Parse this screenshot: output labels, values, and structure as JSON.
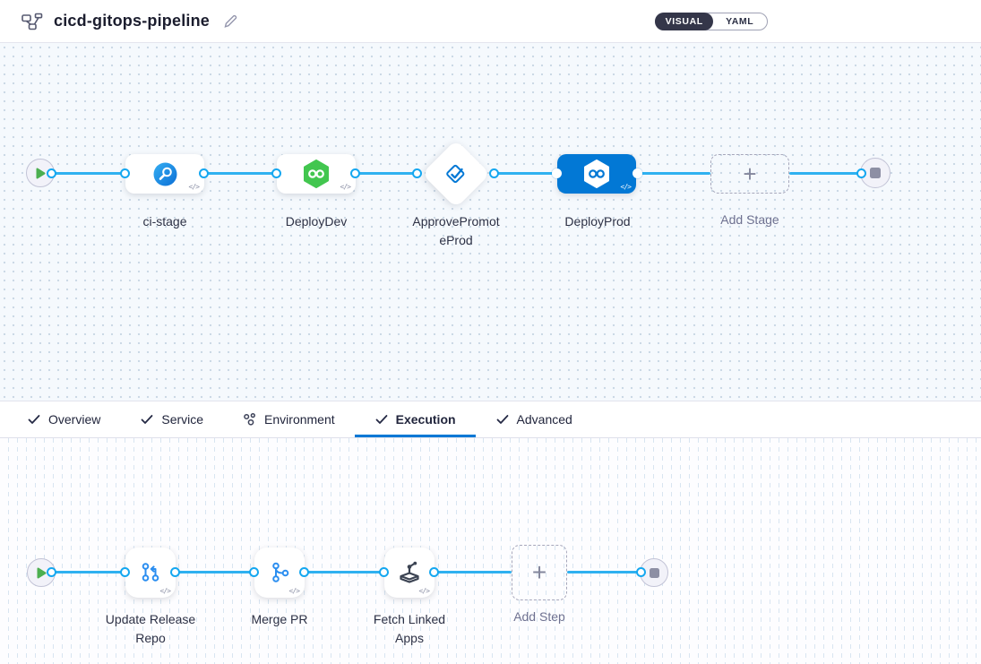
{
  "header": {
    "pipeline_name": "cicd-gitops-pipeline",
    "view_toggle": {
      "options": [
        "VISUAL",
        "YAML"
      ],
      "selected": "VISUAL"
    }
  },
  "stage_graph": {
    "stages": [
      {
        "name": "ci-stage",
        "icon": "ci-build-icon",
        "selected": false
      },
      {
        "name": "DeployDev",
        "icon": "cd-hexagon-icon",
        "selected": false
      },
      {
        "name": "ApprovePromoteProd",
        "icon": "approval-icon",
        "shape": "diamond",
        "selected": false
      },
      {
        "name": "DeployProd",
        "icon": "cd-hexagon-icon",
        "selected": true
      }
    ],
    "add_stage_label": "Add Stage"
  },
  "config_tabs": [
    {
      "label": "Overview",
      "icon": "check-icon",
      "active": false
    },
    {
      "label": "Service",
      "icon": "check-icon",
      "active": false
    },
    {
      "label": "Environment",
      "icon": "environment-icon",
      "active": false
    },
    {
      "label": "Execution",
      "icon": "check-icon",
      "active": true
    },
    {
      "label": "Advanced",
      "icon": "check-icon",
      "active": false
    }
  ],
  "execution_graph": {
    "steps": [
      {
        "name": "Update Release Repo",
        "icon": "update-release-repo-icon"
      },
      {
        "name": "Merge PR",
        "icon": "merge-pr-icon"
      },
      {
        "name": "Fetch Linked Apps",
        "icon": "fetch-linked-apps-icon"
      }
    ],
    "add_step_label": "Add Step"
  },
  "colors": {
    "accent_blue": "#0278d5",
    "connector_blue": "#2fb1f0",
    "cd_green": "#42c64f",
    "toggle_dark": "#343649",
    "canvas_top_bg": "#f5f9fd"
  }
}
